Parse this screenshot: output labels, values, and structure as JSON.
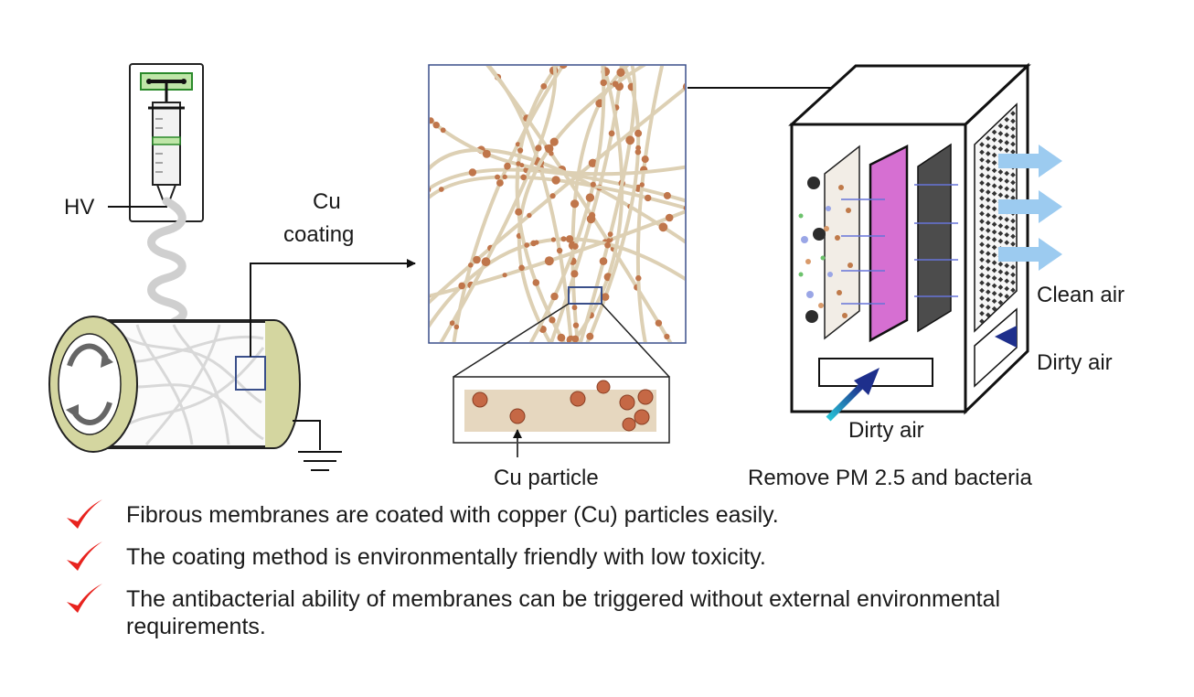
{
  "labels": {
    "hv": "HV",
    "cu_coating_line1": "Cu",
    "cu_coating_line2": "coating",
    "cu_particle": "Cu particle",
    "clean_air": "Clean air",
    "dirty_air_side": "Dirty air",
    "dirty_air_bottom": "Dirty air",
    "remove": "Remove PM 2.5 and bacteria"
  },
  "bullets": [
    {
      "text": "Fibrous membranes are coated with copper (Cu) particles easily."
    },
    {
      "text": "The coating method is environmentally friendly with low toxicity."
    },
    {
      "text": "The antibacterial ability of membranes can be triggered without external environmental requirements."
    }
  ],
  "colors": {
    "check": "#e8231e",
    "fiber": "#ddd0b4",
    "copper": "#c0764b",
    "filter_pink": "#d66fd2",
    "filter_dark": "#4c4c4c",
    "drum": "#d4d6a0",
    "clean_air_arrow": "#9ccbf0",
    "dirty_air_arrow": "#1e2f8c"
  }
}
